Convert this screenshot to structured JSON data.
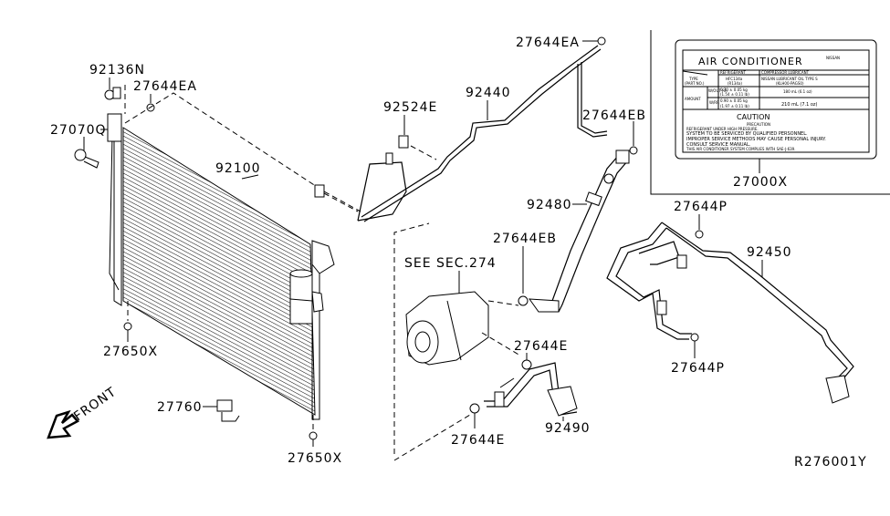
{
  "diagram": {
    "reference_code": "R276001Y",
    "front_arrow_label": "FRONT",
    "see_section_label": "SEE SEC.274",
    "colors": {
      "ink": "#000000",
      "background": "#ffffff"
    },
    "parts": {
      "p92136N": "92136N",
      "p27644EA_left": "27644EA",
      "p27070Q": "27070Q",
      "p92100": "92100",
      "p27650X_top": "27650X",
      "p27760": "27760",
      "p27650X_bottom": "27650X",
      "p92524E": "92524E",
      "p92440": "92440",
      "p27644EA_top": "27644EA",
      "p27644EB_top": "27644EB",
      "p92480": "92480",
      "p27644EB_mid": "27644EB",
      "p27644E_right": "27644E",
      "p27644E_bottom": "27644E",
      "p92490": "92490",
      "p27644P_top": "27644P",
      "p92450": "92450",
      "p27644P_bottom": "27644P",
      "p27000X": "27000X"
    },
    "label_card": {
      "title": "AIR CONDITIONER",
      "brand": "NISSAN",
      "col_refrigerant": "REFRIGERANT",
      "col_lubricant": "COMPRESSOR LUBRICANT",
      "row_type": "TYPE",
      "row_type_sub": "(PART NO.)",
      "refrigerant_type": "HFC134a",
      "refrigerant_type_sub": "(R134a)",
      "lubricant_type": "NISSAN LUBRICANT OIL TYPE S",
      "lubricant_type_sub": "(KLH00-PAGS0)",
      "row_amount": "AMOUNT",
      "sub_wout_rr": "W/OUT RR",
      "sub_wrr": "W/RR",
      "amount_wout_ref_1": "0.70 ± 0.05 kg",
      "amount_wout_ref_2": "(1.54 ± 0.11 lb)",
      "amount_wout_lub": "180 mL (6.1 oz)",
      "amount_wrr_ref_1": "0.90 ± 0.05 kg",
      "amount_wrr_ref_2": "(1.97 ± 0.11 lb)",
      "amount_wrr_lub": "210 mL (7.1 oz)",
      "caution_title": "CAUTION",
      "precaution": "PRECAUTION",
      "lines": [
        "REFRIGERANT UNDER HIGH PRESSURE.",
        "SYSTEM TO BE SERVICED BY QUALIFIED PERSONNEL.",
        "IMPROPER SERVICE METHODS MAY CAUSE PERSONAL INJURY.",
        "CONSULT SERVICE MANUAL.",
        "THIS AIR CONDITIONER SYSTEM COMPLIES WITH SAE-J-639."
      ]
    }
  }
}
